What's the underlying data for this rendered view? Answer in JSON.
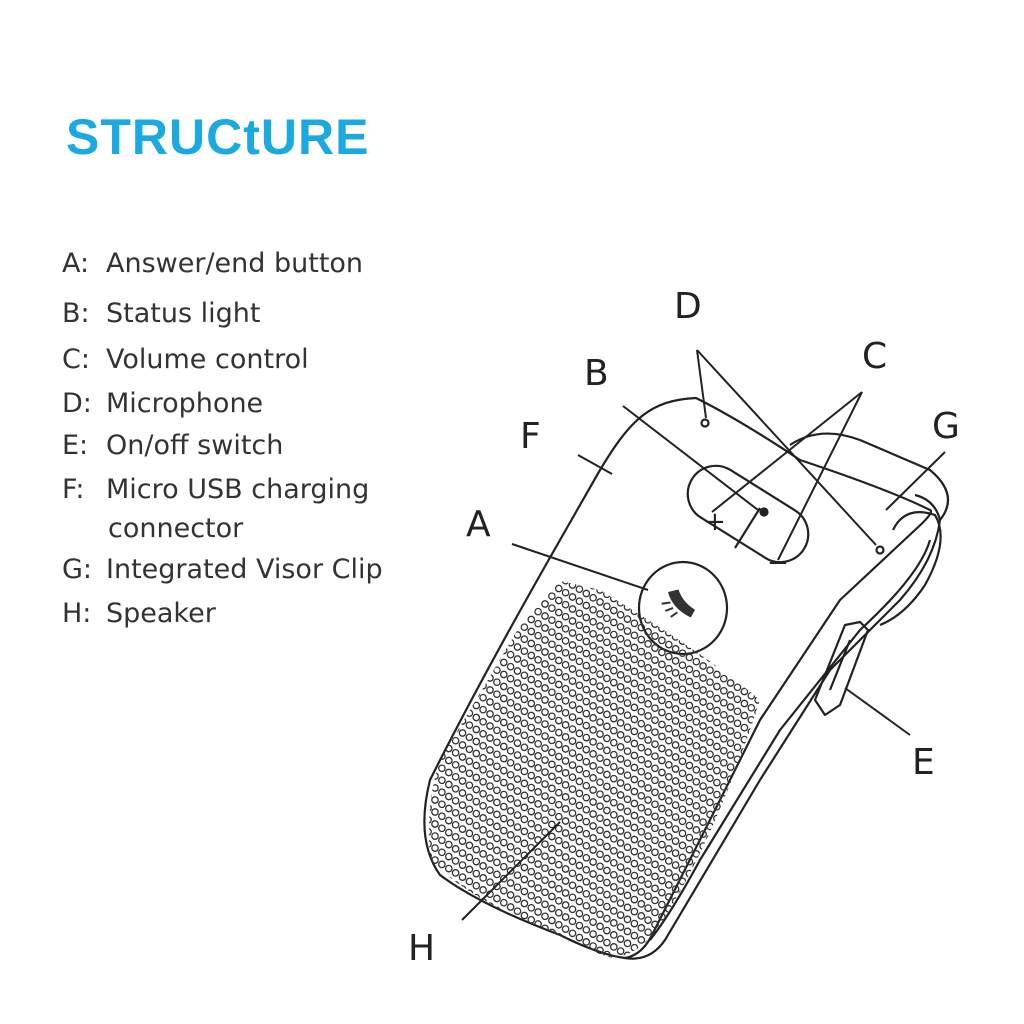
{
  "title": "STRUCtURE",
  "colors": {
    "title": "#1aa9e0",
    "line": "#222222"
  },
  "legend": [
    {
      "key": "A:",
      "text": "Answer/end button"
    },
    {
      "key": "B:",
      "text": "Status light"
    },
    {
      "key": "C:",
      "text": "Volume control"
    },
    {
      "key": "D:",
      "text": "Microphone"
    },
    {
      "key": "E:",
      "text": "On/off switch"
    },
    {
      "key": "F:",
      "text": "Micro USB charging",
      "continuation": "connector"
    },
    {
      "key": "G:",
      "text": "Integrated Visor Clip"
    },
    {
      "key": "H:",
      "text": "Speaker"
    }
  ],
  "callouts": {
    "A": "A",
    "B": "B",
    "C": "C",
    "D": "D",
    "E": "E",
    "F": "F",
    "G": "G",
    "H": "H"
  },
  "buttons": {
    "plus": "+",
    "minus": "−"
  },
  "icons": {
    "call": "phone-handset-icon"
  }
}
